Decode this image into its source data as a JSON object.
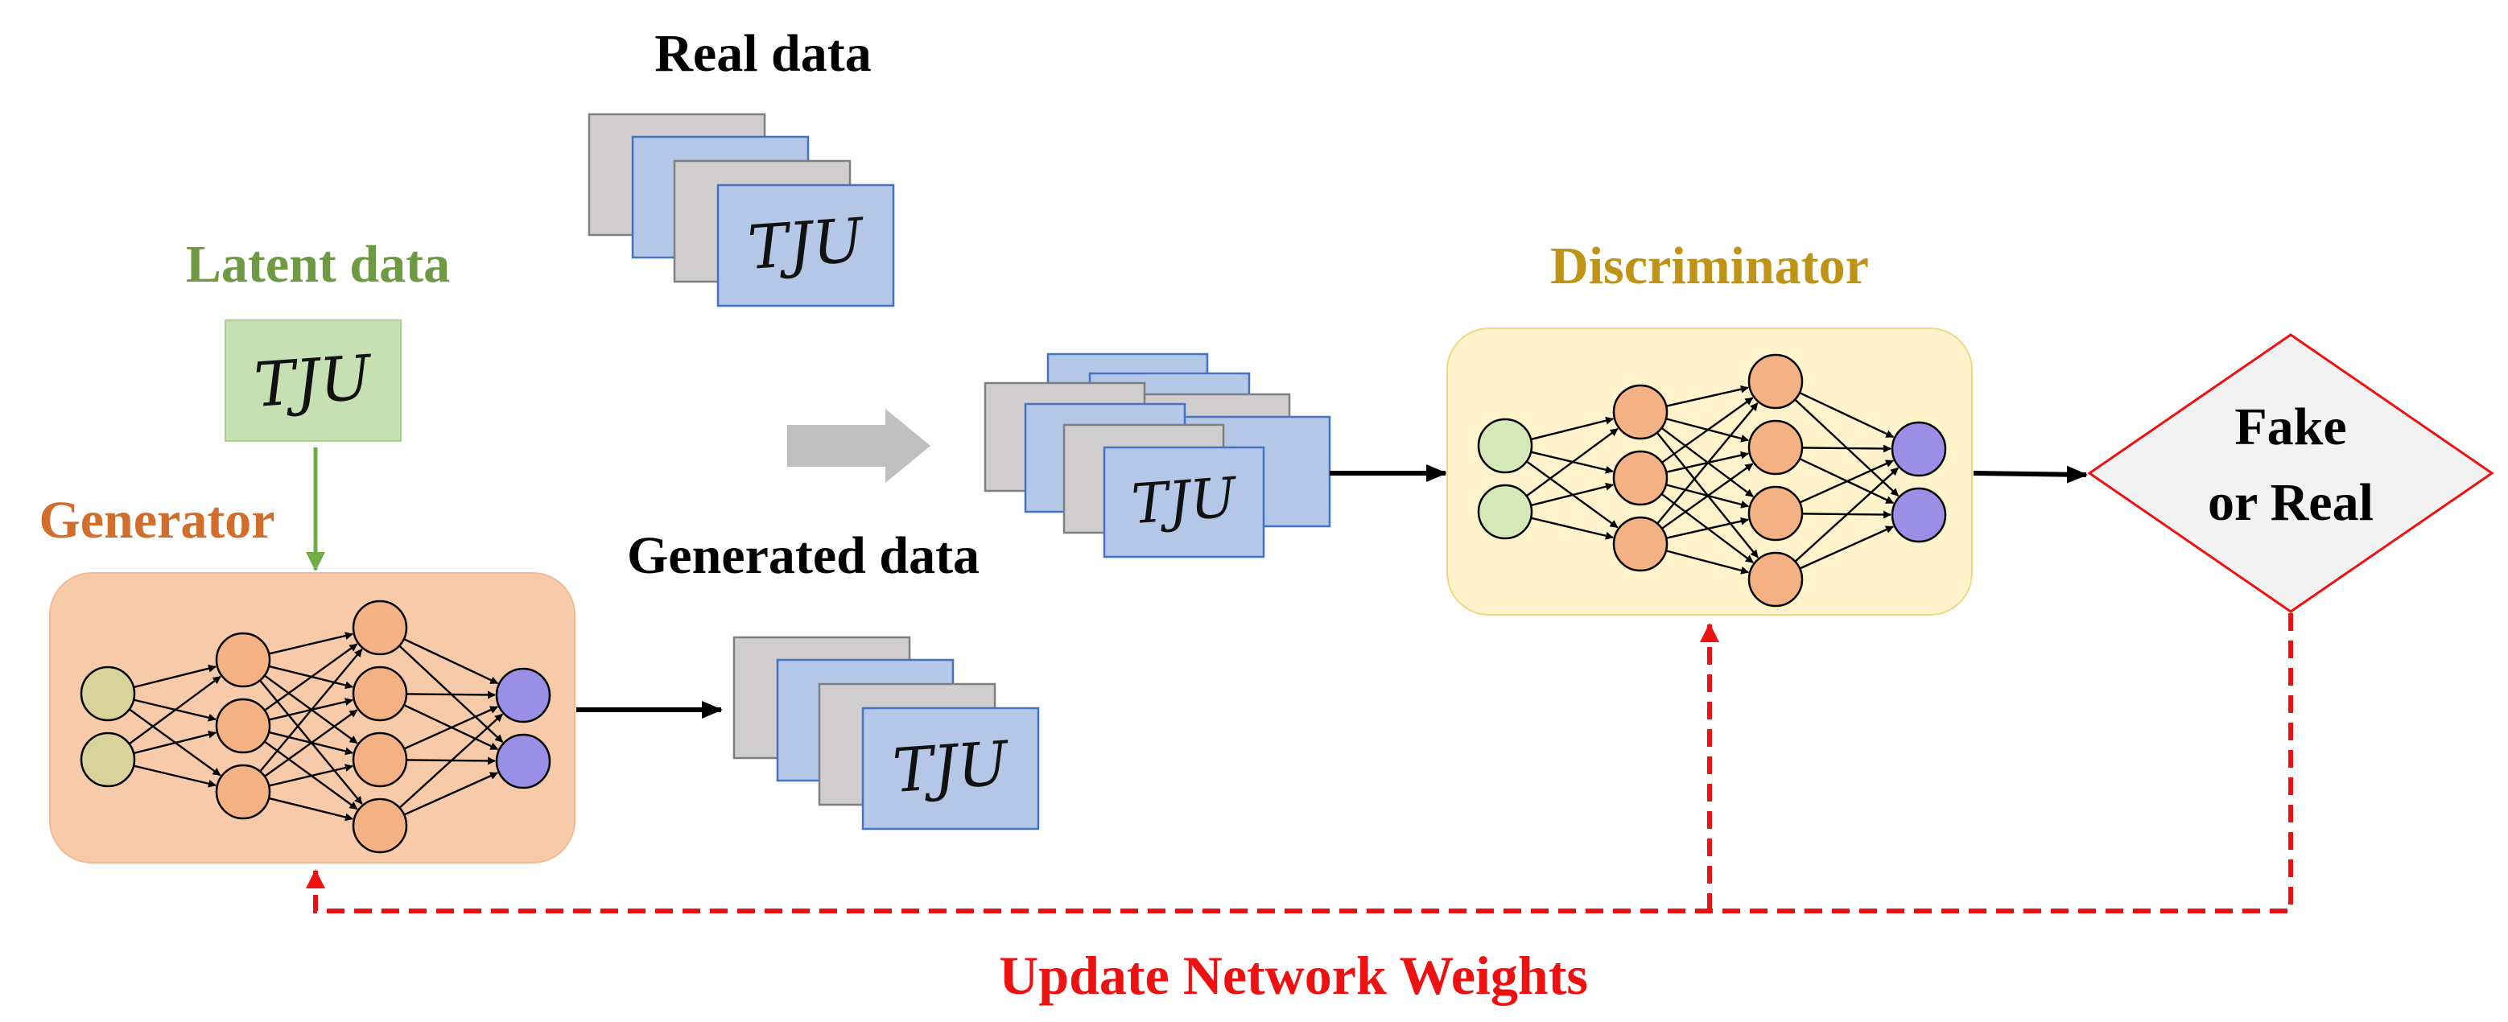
{
  "labels": {
    "real_data": "Real data",
    "latent_data": "Latent data",
    "generator": "Generator",
    "generated_data": "Generated data",
    "discriminator": "Discriminator",
    "decision_line1": "Fake",
    "decision_line2": "or Real",
    "update_weights": "Update Network Weights"
  },
  "sample_text": "TJU",
  "colors": {
    "latent": "#6e9a44",
    "generator": "#d26e2d",
    "discriminator": "#bf9316",
    "update": "#ee1111",
    "generator_box": "#f7cbaa",
    "discriminator_box": "#fff3cc",
    "latent_box": "#c6e0b4",
    "sample_blue": "#b4c7e7",
    "sample_gray": "#d0cece",
    "input_node": "#d9d29a",
    "input_node_disc": "#d5e8b8",
    "hidden_node": "#f4b183",
    "output_node": "#9b8ee6"
  }
}
